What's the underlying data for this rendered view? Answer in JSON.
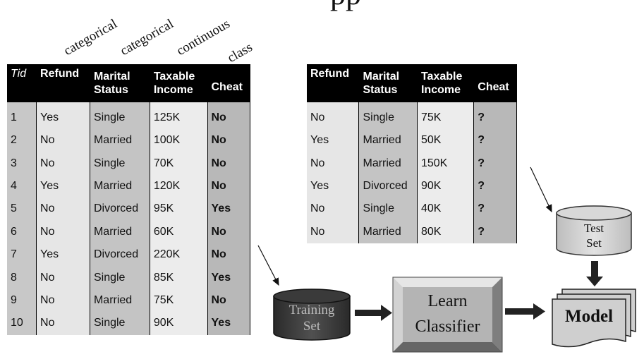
{
  "title_fragment": "pp",
  "attribute_types": [
    "categorical",
    "categorical",
    "continuous",
    "class"
  ],
  "training_table": {
    "headers": [
      {
        "line1": "Tid",
        "line2": ""
      },
      {
        "line1": "Refund",
        "line2": ""
      },
      {
        "line1": "Marital",
        "line2": "Status"
      },
      {
        "line1": "Taxable",
        "line2": "Income"
      },
      {
        "line1": "Cheat",
        "line2": ""
      }
    ],
    "rows": [
      [
        "1",
        "Yes",
        "Single",
        "125K",
        "No"
      ],
      [
        "2",
        "No",
        "Married",
        "100K",
        "No"
      ],
      [
        "3",
        "No",
        "Single",
        "70K",
        "No"
      ],
      [
        "4",
        "Yes",
        "Married",
        "120K",
        "No"
      ],
      [
        "5",
        "No",
        "Divorced",
        "95K",
        "Yes"
      ],
      [
        "6",
        "No",
        "Married",
        "60K",
        "No"
      ],
      [
        "7",
        "Yes",
        "Divorced",
        "220K",
        "No"
      ],
      [
        "8",
        "No",
        "Single",
        "85K",
        "Yes"
      ],
      [
        "9",
        "No",
        "Married",
        "75K",
        "No"
      ],
      [
        "10",
        "No",
        "Single",
        "90K",
        "Yes"
      ]
    ]
  },
  "test_table": {
    "headers": [
      {
        "line1": "Refund",
        "line2": ""
      },
      {
        "line1": "Marital",
        "line2": "Status"
      },
      {
        "line1": "Taxable",
        "line2": "Income"
      },
      {
        "line1": "Cheat",
        "line2": ""
      }
    ],
    "rows": [
      [
        "No",
        "Single",
        "75K",
        "?"
      ],
      [
        "Yes",
        "Married",
        "50K",
        "?"
      ],
      [
        "No",
        "Married",
        "150K",
        "?"
      ],
      [
        "Yes",
        "Divorced",
        "90K",
        "?"
      ],
      [
        "No",
        "Single",
        "40K",
        "?"
      ],
      [
        "No",
        "Married",
        "80K",
        "?"
      ]
    ]
  },
  "diagram": {
    "training_set": {
      "line1": "Training",
      "line2": "Set"
    },
    "test_set": {
      "line1": "Test",
      "line2": "Set"
    },
    "learn_classifier": {
      "line1": "Learn",
      "line2": "Classifier"
    },
    "model": "Model"
  }
}
